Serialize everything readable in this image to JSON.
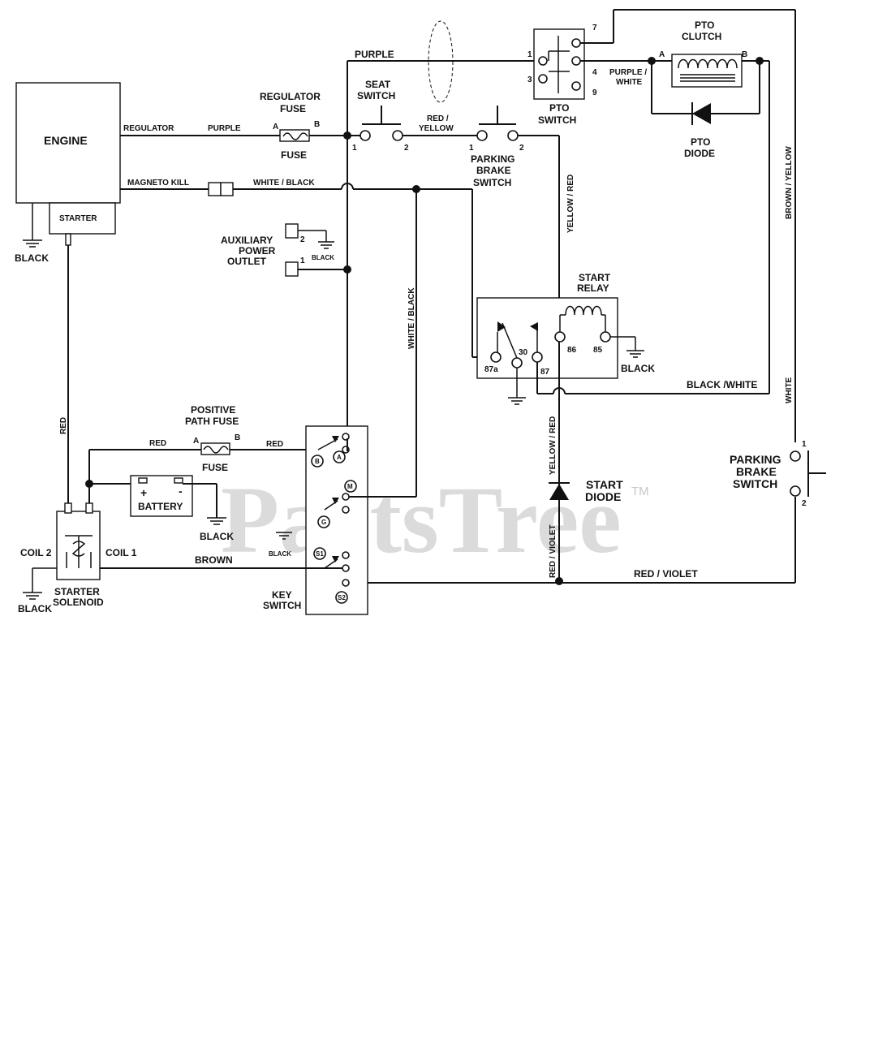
{
  "watermark": {
    "text": "PartsTree",
    "tm": "TM"
  },
  "engine": {
    "title": "ENGINE",
    "starter": "STARTER",
    "ground": "BLACK"
  },
  "regulator_line": {
    "regulator": "REGULATOR",
    "purple": "PURPLE"
  },
  "regulator_fuse": {
    "title_1": "REGULATOR",
    "title_2": "FUSE",
    "a": "A",
    "b": "B",
    "fuse": "FUSE"
  },
  "magneto": {
    "kill": "MAGNETO KILL",
    "wire": "WHITE / BLACK"
  },
  "top_wire": {
    "purple": "PURPLE"
  },
  "seat_switch": {
    "title_1": "SEAT",
    "title_2": "SWITCH",
    "t1": "1",
    "t2": "2"
  },
  "red_yellow": {
    "line1": "RED /",
    "line2": "YELLOW"
  },
  "parking_brake_switch_top": {
    "title_1": "PARKING",
    "title_2": "BRAKE",
    "title_3": "SWITCH",
    "t1": "1",
    "t2": "2"
  },
  "pto_switch": {
    "title_1": "PTO",
    "title_2": "SWITCH",
    "p7": "7",
    "p1": "1",
    "p4": "4",
    "p3": "3",
    "p9": "9"
  },
  "purple_white": {
    "line1": "PURPLE /",
    "line2": "WHITE"
  },
  "pto_clutch": {
    "title_1": "PTO",
    "title_2": "CLUTCH",
    "a": "A",
    "b": "B"
  },
  "pto_diode": {
    "title_1": "PTO",
    "title_2": "DIODE"
  },
  "brown_yellow": {
    "text": "BROWN / YELLOW"
  },
  "yellow_red_top": {
    "text": "YELLOW / RED"
  },
  "aux_outlet": {
    "title_1": "AUXILIARY",
    "title_2": "POWER",
    "title_3": "OUTLET",
    "p1": "1",
    "p2": "2",
    "ground": "BLACK"
  },
  "white_black_vertical": {
    "text": "WHITE / BLACK"
  },
  "start_relay": {
    "title_1": "START",
    "title_2": "RELAY",
    "t87a": "87a",
    "t30": "30",
    "t87": "87",
    "t86": "86",
    "t85": "85",
    "ground": "BLACK"
  },
  "black_white": {
    "text": "BLACK /WHITE"
  },
  "white_vertical": {
    "text": "WHITE"
  },
  "positive_fuse": {
    "title_1": "POSITIVE",
    "title_2": "PATH FUSE",
    "a": "A",
    "b": "B",
    "fuse": "FUSE",
    "red_left": "RED",
    "red_right": "RED"
  },
  "red_vertical": {
    "text": "RED"
  },
  "battery": {
    "title": "BATTERY",
    "plus": "+",
    "minus": "-",
    "ground": "BLACK"
  },
  "key_switch": {
    "title_1": "KEY",
    "title_2": "SWITCH",
    "b": "B",
    "a": "A",
    "m": "M",
    "g": "G",
    "s1": "S1",
    "s2": "S2",
    "ground": "BLACK"
  },
  "starter_solenoid": {
    "title_1": "STARTER",
    "title_2": "SOLENOID",
    "coil2": "COIL 2",
    "coil1": "COIL 1",
    "ground": "BLACK"
  },
  "brown_wire": {
    "text": "BROWN"
  },
  "yellow_red_low": {
    "text": "YELLOW / RED"
  },
  "start_diode": {
    "title_1": "START",
    "title_2": "DIODE"
  },
  "red_violet": {
    "vertical": "RED / VIOLET",
    "horizontal": "RED / VIOLET"
  },
  "parking_brake_switch_right": {
    "title_1": "PARKING",
    "title_2": "BRAKE",
    "title_3": "SWITCH",
    "t1": "1",
    "t2": "2"
  }
}
